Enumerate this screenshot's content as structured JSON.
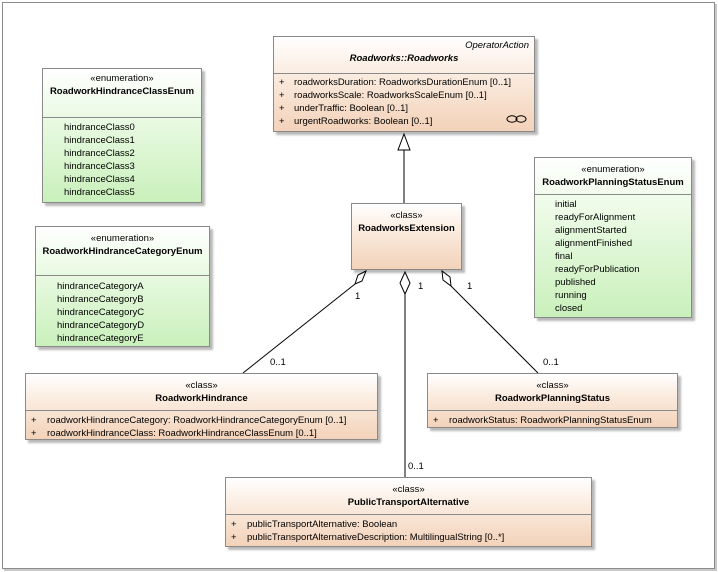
{
  "operator_class": {
    "tag": "OperatorAction",
    "name": "Roadworks::Roadworks",
    "attributes": [
      {
        "vis": "+",
        "text": "roadworksDuration: RoadworksDurationEnum [0..1]"
      },
      {
        "vis": "+",
        "text": "roadworksScale: RoadworksScaleEnum [0..1]"
      },
      {
        "vis": "+",
        "text": "underTraffic: Boolean [0..1]"
      },
      {
        "vis": "+",
        "text": "urgentRoadworks: Boolean [0..1]"
      }
    ]
  },
  "extension_class": {
    "stereotype": "«class»",
    "name": "RoadworksExtension"
  },
  "hindrance_class_enum": {
    "stereotype": "«enumeration»",
    "name": "RoadworkHindranceClassEnum",
    "literals": [
      "hindranceClass0",
      "hindranceClass1",
      "hindranceClass2",
      "hindranceClass3",
      "hindranceClass4",
      "hindranceClass5"
    ]
  },
  "hindrance_category_enum": {
    "stereotype": "«enumeration»",
    "name": "RoadworkHindranceCategoryEnum",
    "literals": [
      "hindranceCategoryA",
      "hindranceCategoryB",
      "hindranceCategoryC",
      "hindranceCategoryD",
      "hindranceCategoryE"
    ]
  },
  "planning_status_enum": {
    "stereotype": "«enumeration»",
    "name": "RoadworkPlanningStatusEnum",
    "literals": [
      "initial",
      "readyForAlignment",
      "alignmentStarted",
      "alignmentFinished",
      "final",
      "readyForPublication",
      "published",
      "running",
      "closed"
    ]
  },
  "hindrance_class": {
    "stereotype": "«class»",
    "name": "RoadworkHindrance",
    "attributes": [
      {
        "vis": "+",
        "text": "roadworkHindranceCategory: RoadworkHindranceCategoryEnum [0..1]"
      },
      {
        "vis": "+",
        "text": "roadworkHindranceClass: RoadworkHindranceClassEnum [0..1]"
      }
    ]
  },
  "planning_status_class": {
    "stereotype": "«class»",
    "name": "RoadworkPlanningStatus",
    "attributes": [
      {
        "vis": "+",
        "text": "roadworkStatus: RoadworkPlanningStatusEnum"
      }
    ]
  },
  "public_transport_class": {
    "stereotype": "«class»",
    "name": "PublicTransportAlternative",
    "attributes": [
      {
        "vis": "+",
        "text": "publicTransportAlternative: Boolean"
      },
      {
        "vis": "+",
        "text": "publicTransportAlternativeDescription: MultilingualString [0..*]"
      }
    ]
  },
  "associations": {
    "hindrance": {
      "source_mult": "1",
      "target_mult": "0..1"
    },
    "public_transport": {
      "source_mult": "1",
      "target_mult": "0..1"
    },
    "planning_status": {
      "source_mult": "1",
      "target_mult": "0..1"
    }
  },
  "colors": {
    "class_fill": "#f3d2b9",
    "enum_fill": "#c9f0bb",
    "border": "#8a8a8a"
  }
}
